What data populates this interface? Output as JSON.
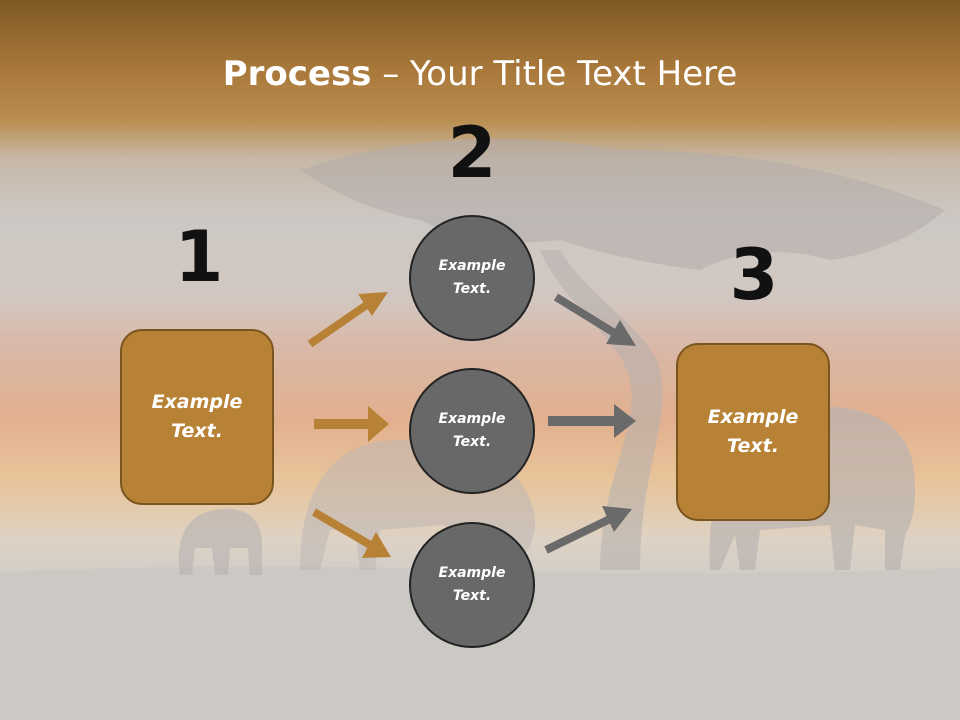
{
  "slide": {
    "title_bold": "Process",
    "title_rest": " – Your Title Text Here",
    "steps": {
      "one": {
        "number": "1",
        "text": "Example Text."
      },
      "two": {
        "number": "2"
      },
      "three": {
        "number": "3",
        "text": "Example Text."
      }
    },
    "circles": [
      {
        "text": "Example Text."
      },
      {
        "text": "Example Text."
      },
      {
        "text": "Example Text."
      }
    ]
  },
  "colors": {
    "brown_accent": "#b78136",
    "brown_border": "#7b5520",
    "circle_fill": "#686868",
    "gray_arrow": "#6a6a6a",
    "title_text": "#ffffff"
  }
}
